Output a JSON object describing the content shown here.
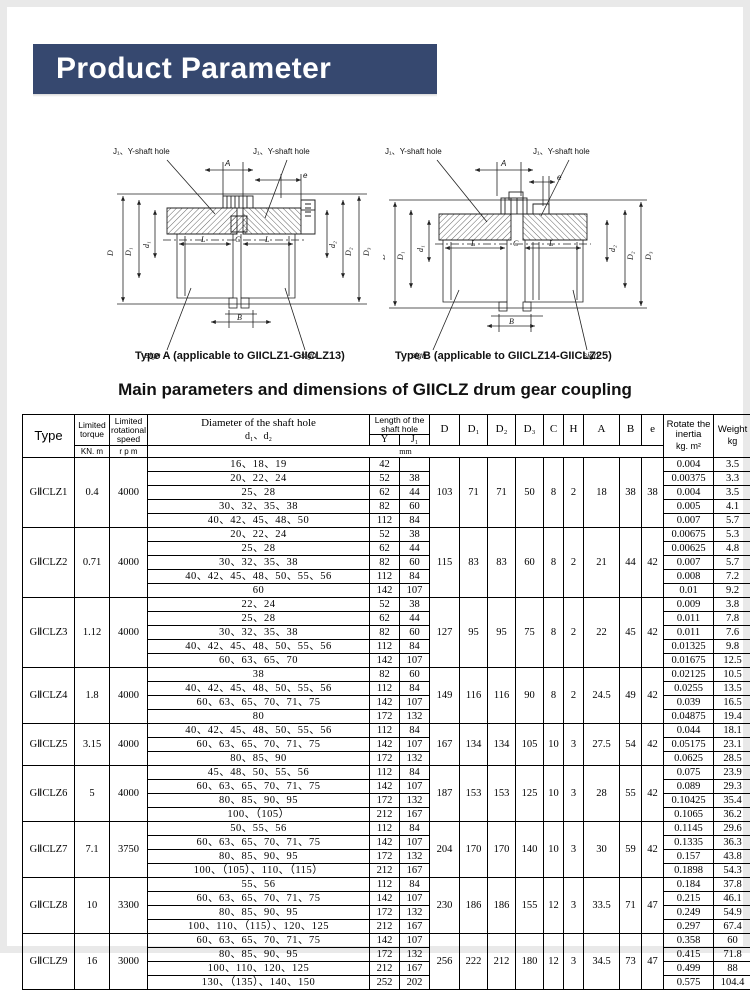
{
  "banner": {
    "title": "Product Parameter"
  },
  "diagrams": {
    "label_shaft_hole": "J₁、Y-shaft hole",
    "label_sign": "sign",
    "dim_a": "A",
    "dim_e": "e",
    "dim_b": "B",
    "dim_l": "L",
    "dim_c": "C",
    "dim_d": "D",
    "dim_d1": "D₁",
    "dim_d2": "D₂",
    "dim_d3": "D₃",
    "dim_d_small1": "d₁",
    "dim_d_small2": "d₂",
    "caption_a": "Type A (applicable to GIICLZ1-GIICLZ13)",
    "caption_b": "Type B (applicable to GIICLZ14-GIICLZ25)"
  },
  "section_title": "Main parameters and dimensions of GIICLZ drum gear coupling",
  "table": {
    "headers": {
      "type": "Type",
      "limited_torque": "Limited torque",
      "limited_torque_unit": "KN. m",
      "limited_speed": "Limited rotational speed",
      "limited_speed_unit": "r p m",
      "shaft_hole_dia": "Diameter of the shaft hole",
      "shaft_hole_dia_sub": "d₁、d₂",
      "shaft_hole_len": "Length of the shaft hole",
      "y": "Y",
      "j1": "J₁",
      "mm": "mm",
      "D": "D",
      "D1": "D₁",
      "D2": "D₂",
      "D3": "D₃",
      "C": "C",
      "H": "H",
      "A": "A",
      "B": "B",
      "e": "e",
      "inertia": "Rotate the inertia",
      "inertia_unit": "kg. m²",
      "weight": "Weight",
      "weight_unit": "kg"
    },
    "groups": [
      {
        "type": "GⅡCLZ1",
        "torque": "0.4",
        "speed": "4000",
        "D": "103",
        "D1": "71",
        "D2": "71",
        "D3": "50",
        "C": "8",
        "H": "2",
        "A": "18",
        "B": "38",
        "e": "38",
        "rows": [
          {
            "dia": "16、18、19",
            "y": "42",
            "j1": "",
            "inertia": "0.004",
            "weight": "3.5"
          },
          {
            "dia": "20、22、24",
            "y": "52",
            "j1": "38",
            "inertia": "0.00375",
            "weight": "3.3"
          },
          {
            "dia": "25、28",
            "y": "62",
            "j1": "44",
            "inertia": "0.004",
            "weight": "3.5"
          },
          {
            "dia": "30、32、35、38",
            "y": "82",
            "j1": "60",
            "inertia": "0.005",
            "weight": "4.1"
          },
          {
            "dia": "40、42、45、48、50",
            "y": "112",
            "j1": "84",
            "inertia": "0.007",
            "weight": "5.7"
          }
        ]
      },
      {
        "type": "GⅡCLZ2",
        "torque": "0.71",
        "speed": "4000",
        "D": "115",
        "D1": "83",
        "D2": "83",
        "D3": "60",
        "C": "8",
        "H": "2",
        "A": "21",
        "B": "44",
        "e": "42",
        "rows": [
          {
            "dia": "20、22、24",
            "y": "52",
            "j1": "38",
            "inertia": "0.00675",
            "weight": "5.3"
          },
          {
            "dia": "25、28",
            "y": "62",
            "j1": "44",
            "inertia": "0.00625",
            "weight": "4.8"
          },
          {
            "dia": "30、32、35、38",
            "y": "82",
            "j1": "60",
            "inertia": "0.007",
            "weight": "5.7"
          },
          {
            "dia": "40、42、45、48、50、55、56",
            "y": "112",
            "j1": "84",
            "inertia": "0.008",
            "weight": "7.2"
          },
          {
            "dia": "60",
            "y": "142",
            "j1": "107",
            "inertia": "0.01",
            "weight": "9.2"
          }
        ]
      },
      {
        "type": "GⅡCLZ3",
        "torque": "1.12",
        "speed": "4000",
        "D": "127",
        "D1": "95",
        "D2": "95",
        "D3": "75",
        "C": "8",
        "H": "2",
        "A": "22",
        "B": "45",
        "e": "42",
        "rows": [
          {
            "dia": "22、24",
            "y": "52",
            "j1": "38",
            "inertia": "0.009",
            "weight": "3.8"
          },
          {
            "dia": "25、28",
            "y": "62",
            "j1": "44",
            "inertia": "0.011",
            "weight": "7.8"
          },
          {
            "dia": "30、32、35、38",
            "y": "82",
            "j1": "60",
            "inertia": "0.011",
            "weight": "7.6"
          },
          {
            "dia": "40、42、45、48、50、55、56",
            "y": "112",
            "j1": "84",
            "inertia": "0.01325",
            "weight": "9.8"
          },
          {
            "dia": "60、63、65、70",
            "y": "142",
            "j1": "107",
            "inertia": "0.01675",
            "weight": "12.5"
          }
        ]
      },
      {
        "type": "GⅡCLZ4",
        "torque": "1.8",
        "speed": "4000",
        "D": "149",
        "D1": "116",
        "D2": "116",
        "D3": "90",
        "C": "8",
        "H": "2",
        "A": "24.5",
        "B": "49",
        "e": "42",
        "rows": [
          {
            "dia": "38",
            "y": "82",
            "j1": "60",
            "inertia": "0.02125",
            "weight": "10.5"
          },
          {
            "dia": "40、42、45、48、50、55、56",
            "y": "112",
            "j1": "84",
            "inertia": "0.0255",
            "weight": "13.5"
          },
          {
            "dia": "60、63、65、70、71、75",
            "y": "142",
            "j1": "107",
            "inertia": "0.039",
            "weight": "16.5"
          },
          {
            "dia": "80",
            "y": "172",
            "j1": "132",
            "inertia": "0.04875",
            "weight": "19.4"
          }
        ]
      },
      {
        "type": "GⅡCLZ5",
        "torque": "3.15",
        "speed": "4000",
        "D": "167",
        "D1": "134",
        "D2": "134",
        "D3": "105",
        "C": "10",
        "H": "3",
        "A": "27.5",
        "B": "54",
        "e": "42",
        "rows": [
          {
            "dia": "40、42、45、48、50、55、56",
            "y": "112",
            "j1": "84",
            "inertia": "0.044",
            "weight": "18.1"
          },
          {
            "dia": "60、63、65、70、71、75",
            "y": "142",
            "j1": "107",
            "inertia": "0.05175",
            "weight": "23.1"
          },
          {
            "dia": "80、85、90",
            "y": "172",
            "j1": "132",
            "inertia": "0.0625",
            "weight": "28.5"
          }
        ]
      },
      {
        "type": "GⅡCLZ6",
        "torque": "5",
        "speed": "4000",
        "D": "187",
        "D1": "153",
        "D2": "153",
        "D3": "125",
        "C": "10",
        "H": "3",
        "A": "28",
        "B": "55",
        "e": "42",
        "rows": [
          {
            "dia": "45、48、50、55、56",
            "y": "112",
            "j1": "84",
            "inertia": "0.075",
            "weight": "23.9"
          },
          {
            "dia": "60、63、65、70、71、75",
            "y": "142",
            "j1": "107",
            "inertia": "0.089",
            "weight": "29.3"
          },
          {
            "dia": "80、85、90、95",
            "y": "172",
            "j1": "132",
            "inertia": "0.10425",
            "weight": "35.4"
          },
          {
            "dia": "100、（105）",
            "y": "212",
            "j1": "167",
            "inertia": "0.1065",
            "weight": "36.2"
          }
        ]
      },
      {
        "type": "GⅡCLZ7",
        "torque": "7.1",
        "speed": "3750",
        "D": "204",
        "D1": "170",
        "D2": "170",
        "D3": "140",
        "C": "10",
        "H": "3",
        "A": "30",
        "B": "59",
        "e": "42",
        "rows": [
          {
            "dia": "50、55、56",
            "y": "112",
            "j1": "84",
            "inertia": "0.1145",
            "weight": "29.6"
          },
          {
            "dia": "60、63、65、70、71、75",
            "y": "142",
            "j1": "107",
            "inertia": "0.1335",
            "weight": "36.3"
          },
          {
            "dia": "80、85、90、95",
            "y": "172",
            "j1": "132",
            "inertia": "0.157",
            "weight": "43.8"
          },
          {
            "dia": "100、（105）、110、（115）",
            "y": "212",
            "j1": "167",
            "inertia": "0.1898",
            "weight": "54.3"
          }
        ]
      },
      {
        "type": "GⅡCLZ8",
        "torque": "10",
        "speed": "3300",
        "D": "230",
        "D1": "186",
        "D2": "186",
        "D3": "155",
        "C": "12",
        "H": "3",
        "A": "33.5",
        "B": "71",
        "e": "47",
        "rows": [
          {
            "dia": "55、56",
            "y": "112",
            "j1": "84",
            "inertia": "0.184",
            "weight": "37.8"
          },
          {
            "dia": "60、63、65、70、71、75",
            "y": "142",
            "j1": "107",
            "inertia": "0.215",
            "weight": "46.1"
          },
          {
            "dia": "80、85、90、95",
            "y": "172",
            "j1": "132",
            "inertia": "0.249",
            "weight": "54.9"
          },
          {
            "dia": "100、110、（115）、120、125",
            "y": "212",
            "j1": "167",
            "inertia": "0.297",
            "weight": "67.4"
          }
        ]
      },
      {
        "type": "GⅡCLZ9",
        "torque": "16",
        "speed": "3000",
        "D": "256",
        "D1": "222",
        "D2": "212",
        "D3": "180",
        "C": "12",
        "H": "3",
        "A": "34.5",
        "B": "73",
        "e": "47",
        "rows": [
          {
            "dia": "60、63、65、70、71、75",
            "y": "142",
            "j1": "107",
            "inertia": "0.358",
            "weight": "60"
          },
          {
            "dia": "80、85、90、95",
            "y": "172",
            "j1": "132",
            "inertia": "0.415",
            "weight": "71.8"
          },
          {
            "dia": "100、110、120、125",
            "y": "212",
            "j1": "167",
            "inertia": "0.499",
            "weight": "88"
          },
          {
            "dia": "130、（135）、140、150",
            "y": "252",
            "j1": "202",
            "inertia": "0.575",
            "weight": "104.4"
          }
        ]
      }
    ]
  },
  "colors": {
    "banner_bg": "#36486f",
    "frame": "#e9e9e9"
  }
}
